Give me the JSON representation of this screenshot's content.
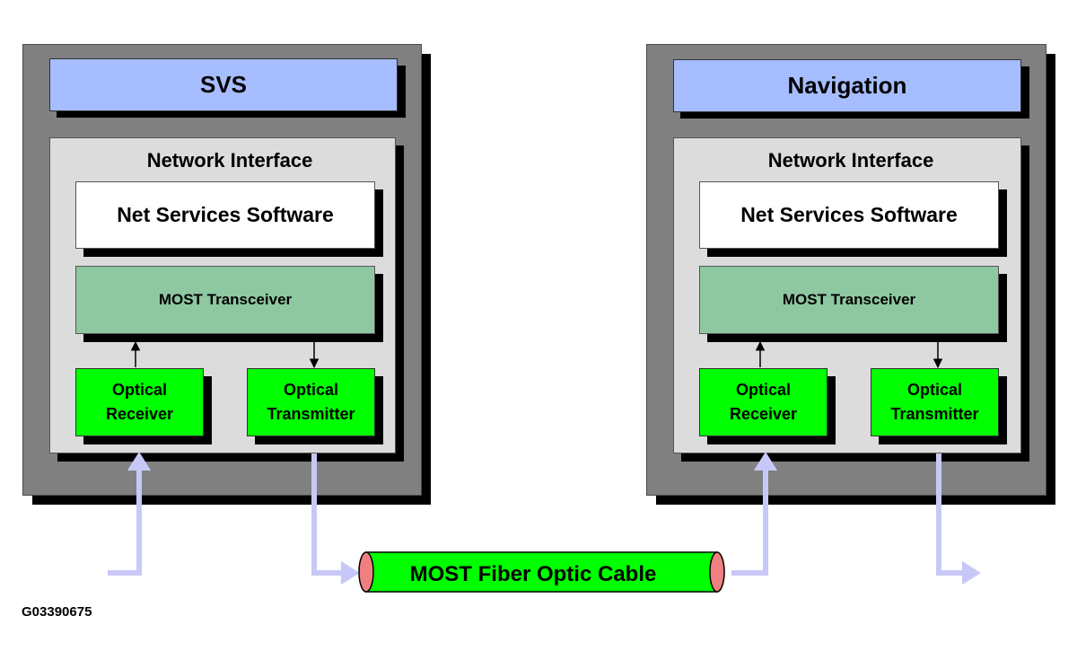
{
  "left_module": {
    "title": "SVS",
    "interface_label": "Network Interface",
    "net_services": "Net Services Software",
    "transceiver": "MOST Transceiver",
    "receiver": [
      "Optical",
      "Receiver"
    ],
    "transmitter": [
      "Optical",
      "Transmitter"
    ]
  },
  "right_module": {
    "title": "Navigation",
    "interface_label": "Network Interface",
    "net_services": "Net Services Software",
    "transceiver": "MOST Transceiver",
    "receiver": [
      "Optical",
      "Receiver"
    ],
    "transmitter": [
      "Optical",
      "Transmitter"
    ]
  },
  "cable_label": "MOST Fiber Optic Cable",
  "figure_id": "G03390675",
  "colors": {
    "frame": "#808080",
    "titlebar": "#a6bdff",
    "interface": "#dcdcdc",
    "transceiver": "#8ec8a0",
    "optical": "#00ff00",
    "cable": "#00ff00",
    "cable_end": "#f08080",
    "fiber_path": "#c8c8f8"
  }
}
